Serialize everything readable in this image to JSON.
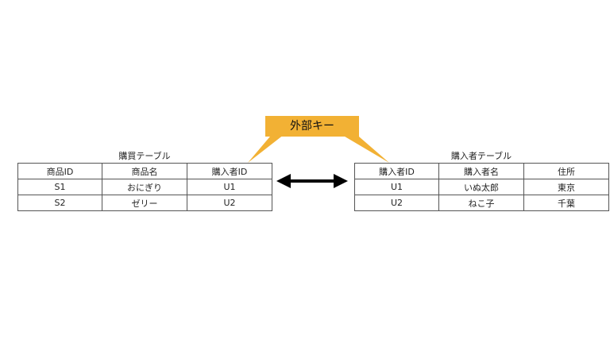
{
  "callout": {
    "label": "外部キー",
    "color": "#F2B134"
  },
  "left_table": {
    "title": "購買テーブル",
    "headers": [
      "商品ID",
      "商品名",
      "購入者ID"
    ],
    "rows": [
      [
        "S1",
        "おにぎり",
        "U1"
      ],
      [
        "S2",
        "ゼリー",
        "U2"
      ]
    ]
  },
  "right_table": {
    "title": "購入者テーブル",
    "headers": [
      "購入者ID",
      "購入者名",
      "住所"
    ],
    "rows": [
      [
        "U1",
        "いぬ太郎",
        "東京"
      ],
      [
        "U2",
        "ねこ子",
        "千葉"
      ]
    ]
  }
}
